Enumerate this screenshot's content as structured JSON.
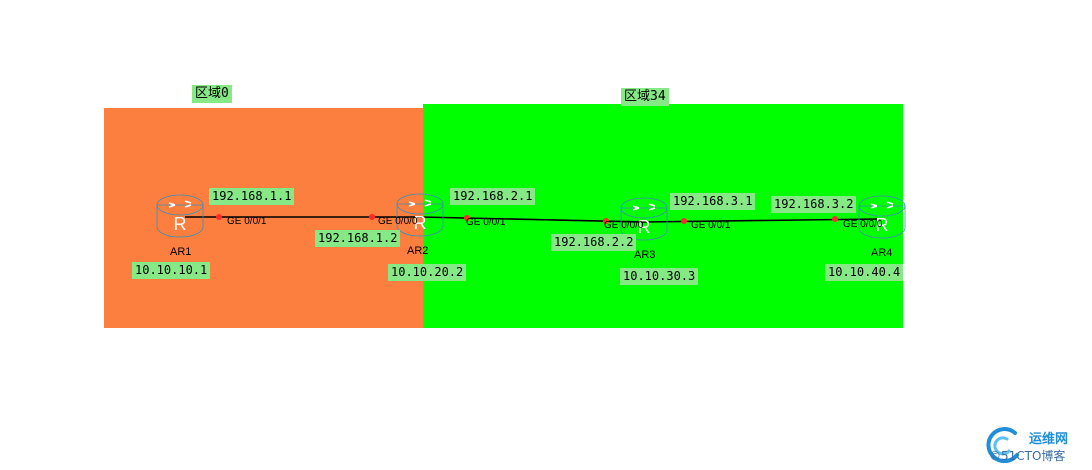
{
  "colors": {
    "area0": "#fd7f3f",
    "area34": "#00ff00",
    "label_bg": "#86e986",
    "link": "#000000",
    "port_dot": "#ff2a2a"
  },
  "areas": [
    {
      "label": "区域0"
    },
    {
      "label": "区域34"
    }
  ],
  "routers": [
    {
      "name": "AR1",
      "loopback": "10.10.10.1"
    },
    {
      "name": "AR2",
      "loopback": "10.10.20.2"
    },
    {
      "name": "AR3",
      "loopback": "10.10.30.3"
    },
    {
      "name": "AR4",
      "loopback": "10.10.40.4"
    }
  ],
  "links": [
    {
      "a_port": "GE 0/0/1",
      "a_ip": "192.168.1.1",
      "b_port": "GE 0/0/0",
      "b_ip": "192.168.1.2"
    },
    {
      "a_port": "GE 0/0/1",
      "a_ip": "192.168.2.1",
      "b_port": "GE 0/0/0",
      "b_ip": "192.168.2.2"
    },
    {
      "a_port": "GE 0/0/1",
      "a_ip": "192.168.3.1",
      "b_port": "GE 0/0/0",
      "b_ip": "192.168.3.2"
    }
  ],
  "watermark": {
    "line1": "运维网",
    "line2": "©51CTO博客"
  }
}
